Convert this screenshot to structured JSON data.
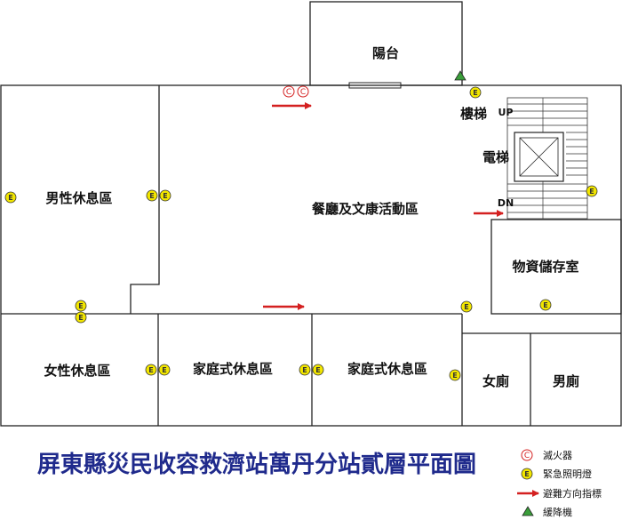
{
  "rooms": {
    "balcony": "陽台",
    "stairs": "樓梯",
    "elevator": "電梯",
    "male_rest": "男性休息區",
    "dining": "餐廳及文康活動區",
    "storage": "物資儲存室",
    "female_rest": "女性休息區",
    "family_rest_1": "家庭式休息區",
    "family_rest_2": "家庭式休息區",
    "women_toilet": "女廁",
    "men_toilet": "男廁"
  },
  "stairs": {
    "up": "UP",
    "down": "DN"
  },
  "symbols": {
    "emergency_light": "E",
    "extinguisher": "C"
  },
  "title": "屏東縣災民收容救濟站萬丹分站貳層平面圖",
  "legend": [
    {
      "icon": "extinguisher-icon",
      "label": "滅火器"
    },
    {
      "icon": "emergency-light-icon",
      "label": "緊急照明燈"
    },
    {
      "icon": "evacuation-arrow-icon",
      "label": "避難方向指標"
    },
    {
      "icon": "descender-icon",
      "label": "緩降機"
    }
  ],
  "colors": {
    "title": "#1f2a8c",
    "arrow": "#d42020",
    "light": "#f2e600",
    "descender": "#3a9e3a"
  }
}
